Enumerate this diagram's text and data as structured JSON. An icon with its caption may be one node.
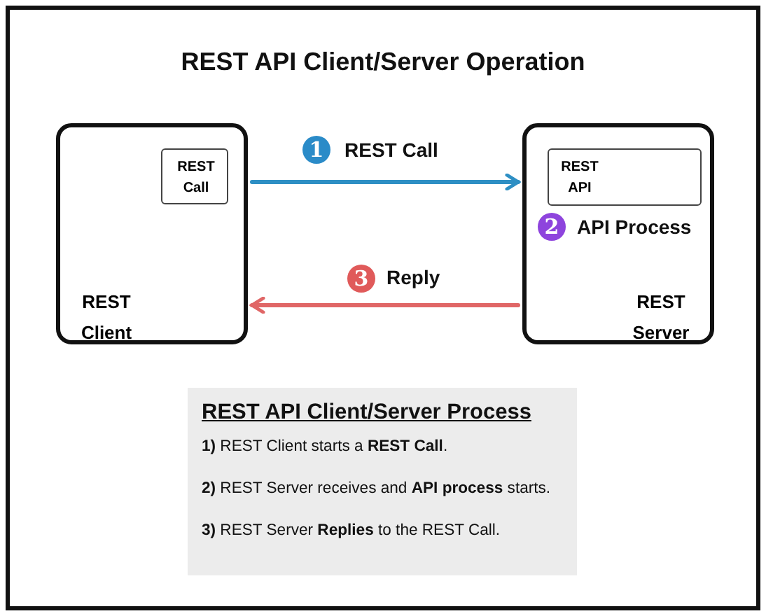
{
  "diagram": {
    "title": "REST API Client/Server Operation",
    "nodes": [
      {
        "text": [
          "REST Client"
        ]
      },
      {
        "text": [
          "REST Call"
        ],
        "in": 0
      },
      {
        "text": [
          "REST Server"
        ]
      },
      {
        "text": [
          "REST API"
        ],
        "in": 2
      },
      {
        "text": [
          "REST API Client/Server Process",
          "**1)** REST Client starts a **REST Call**.",
          "**2)** REST Server receives and **API process** starts.",
          "**3)** REST Server **Replies** to the REST Call."
        ]
      }
    ],
    "edges": [
      {
        "from": 0,
        "to": 2,
        "arrow": "to",
        "label": "REST Call",
        "color": "#2e8fc4"
      },
      {
        "from": 2,
        "to": 0,
        "arrow": "to",
        "label": "Reply",
        "color": "#e06666"
      }
    ],
    "labels": [
      "1",
      "2",
      "API Process",
      "3"
    ]
  }
}
